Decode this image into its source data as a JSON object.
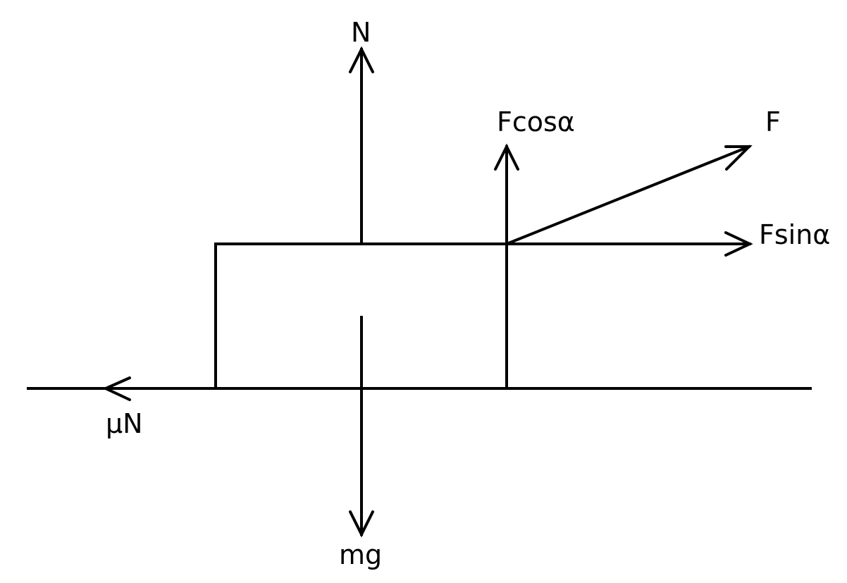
{
  "diagram": {
    "type": "free-body diagram",
    "colors": {
      "stroke": "#000000",
      "background": "#ffffff"
    },
    "labels": {
      "normal_force": "N",
      "f_cos": "Fcosα",
      "applied_force": "F",
      "f_sin": "Fsinα",
      "friction": "μN",
      "weight": "mg"
    }
  }
}
